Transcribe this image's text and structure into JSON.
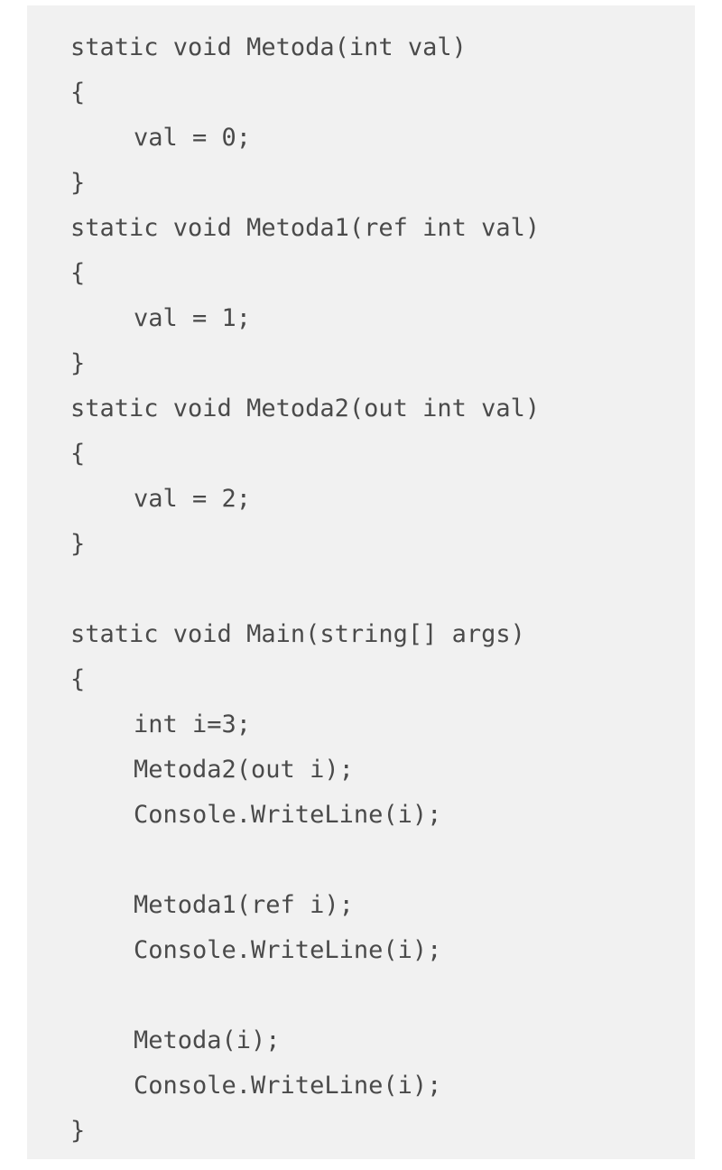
{
  "code": {
    "lines": [
      {
        "text": "static void Metoda(int val)",
        "indent": 0
      },
      {
        "text": "{",
        "indent": 0
      },
      {
        "text": "val = 0;",
        "indent": 1
      },
      {
        "text": "}",
        "indent": 0
      },
      {
        "text": "static void Metoda1(ref int val)",
        "indent": 0
      },
      {
        "text": "{",
        "indent": 0
      },
      {
        "text": "val = 1;",
        "indent": 1
      },
      {
        "text": "}",
        "indent": 0
      },
      {
        "text": "static void Metoda2(out int val)",
        "indent": 0
      },
      {
        "text": "{",
        "indent": 0
      },
      {
        "text": "val = 2;",
        "indent": 1
      },
      {
        "text": "}",
        "indent": 0
      },
      {
        "text": "",
        "indent": 0
      },
      {
        "text": "static void Main(string[] args)",
        "indent": 0
      },
      {
        "text": "{",
        "indent": 0
      },
      {
        "text": "int i=3;",
        "indent": 1
      },
      {
        "text": "Metoda2(out i);",
        "indent": 1
      },
      {
        "text": "Console.WriteLine(i);",
        "indent": 1
      },
      {
        "text": "",
        "indent": 0
      },
      {
        "text": "Metoda1(ref i);",
        "indent": 1
      },
      {
        "text": "Console.WriteLine(i);",
        "indent": 1
      },
      {
        "text": "",
        "indent": 0
      },
      {
        "text": "Metoda(i);",
        "indent": 1
      },
      {
        "text": "Console.WriteLine(i);",
        "indent": 1
      },
      {
        "text": "}",
        "indent": 0
      }
    ]
  }
}
